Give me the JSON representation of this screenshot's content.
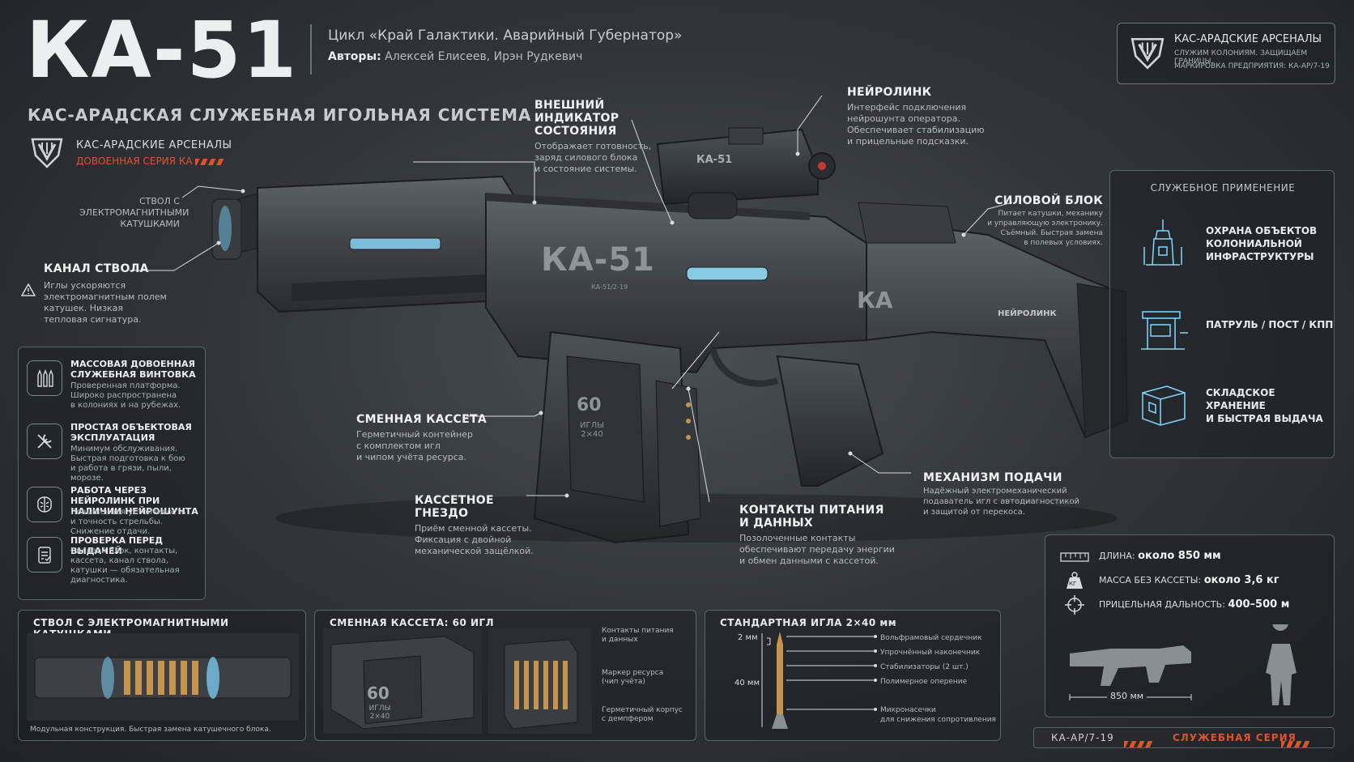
{
  "header": {
    "title": "КА-51",
    "series": "Цикл «Край Галактики. Аварийный Губернатор»",
    "authors_label": "Авторы:",
    "authors": "Алексей Елисеев, Ирэн Рудкевич",
    "subtitle": "КАС-АРАДСКАЯ СЛУЖЕБНАЯ ИГОЛЬНАЯ СИСТЕМА"
  },
  "brand": {
    "name": "КАС-АРАДСКИЕ АРСЕНАЛЫ",
    "series": "ДОВОЕННАЯ СЕРИЯ КА"
  },
  "company_box": {
    "name": "КАС-АРАДСКИЕ АРСЕНАЛЫ",
    "motto": "СЛУЖИМ КОЛОНИЯМ. ЗАЩИЩАЕМ ГРАНИЦЫ.",
    "marking": "МАРКИРОВКА ПРЕДПРИЯТИЯ: КА-АР/7-19"
  },
  "weapon_markings": {
    "main": "КА-51",
    "sub": "КА-51/2-19",
    "stock": "КА",
    "neurolink": "НЕЙРОЛИНК",
    "cassette_count": "60",
    "cassette_text": "ИГЛЫ 2×40",
    "sight": "КА-51"
  },
  "callouts": {
    "barrel_coils": "СТВОЛ С ЭЛЕКТРОМАГНИТНЫМИ КАТУШКАМИ",
    "bore": {
      "title": "КАНАЛ СТВОЛА",
      "text": [
        "Иглы ускоряются",
        "электромагнитным полем",
        "катушек. Низкая",
        "тепловая сигнатура."
      ]
    },
    "indicator": {
      "title": [
        "ВНЕШНИЙ ИНДИКАТОР",
        "СОСТОЯНИЯ"
      ],
      "text": [
        "Отображает готовность,",
        "заряд силового блока",
        "и состояние системы."
      ]
    },
    "neurolink": {
      "title": "НЕЙРОЛИНК",
      "text": [
        "Интерфейс подключения",
        "нейрошунта оператора.",
        "Обеспечивает стабилизацию",
        "и прицельные подсказки."
      ]
    },
    "power": {
      "title": "СИЛОВОЙ БЛОК",
      "text": [
        "Питает катушки, механику",
        "и управляющую электронику.",
        "Съёмный. Быстрая замена",
        "в полевых условиях."
      ]
    },
    "cassette": {
      "title": "СМЕННАЯ КАССЕТА",
      "text": [
        "Герметичный контейнер",
        "с комплектом игл",
        "и чипом учёта ресурса."
      ]
    },
    "socket": {
      "title": "КАССЕТНОЕ ГНЕЗДО",
      "text": [
        "Приём сменной кассеты.",
        "Фиксация с двойной",
        "механической защёлкой."
      ]
    },
    "contacts": {
      "title": [
        "КОНТАКТЫ ПИТАНИЯ",
        "И ДАННЫХ"
      ],
      "text": [
        "Позолоченные контакты",
        "обеспечивают передачу энергии",
        "и обмен данными с кассетой."
      ]
    },
    "feed": {
      "title": "МЕХАНИЗМ ПОДАЧИ",
      "text": [
        "Надёжный электромеханический",
        "подаватель игл с автодиагностикой",
        "и защитой от перекоса."
      ]
    }
  },
  "features": [
    {
      "icon": "ammo-icon",
      "title": "МАССОВАЯ ДОВОЕННАЯ СЛУЖЕБНАЯ ВИНТОВКА",
      "text": [
        "Проверенная платформа.",
        "Широко распространена",
        "в колониях и на рубежах."
      ]
    },
    {
      "icon": "wrench-icon",
      "title": "ПРОСТАЯ ОБЪЕКТОВАЯ ЭКСПЛУАТАЦИЯ",
      "text": [
        "Минимум обслуживания.",
        "Быстрая подготовка к бою",
        "и работа в грязи, пыли, морозе."
      ]
    },
    {
      "icon": "brain-icon",
      "title": "РАБОТА ЧЕРЕЗ НЕЙРОЛИНК ПРИ НАЛИЧИИ НЕЙРОШУНТА",
      "text": [
        "Повышенная устойчивость",
        "и точность стрельбы.",
        "Снижение отдачи."
      ]
    },
    {
      "icon": "checklist-icon",
      "title": "ПРОВЕРКА ПЕРЕД ВЫДАЧЕЙ",
      "text": [
        "Силовой блок, контакты,",
        "кассета, канал ствола,",
        "катушки — обязательная",
        "диагностика."
      ]
    }
  ],
  "service": {
    "title": "СЛУЖЕБНОЕ ПРИМЕНЕНИЕ",
    "items": [
      {
        "icon": "tower-icon",
        "label": [
          "ОХРАНА ОБЪЕКТОВ",
          "КОЛОНИАЛЬНОЙ",
          "ИНФРАСТРУКТУРЫ"
        ]
      },
      {
        "icon": "checkpoint-icon",
        "label": [
          "ПАТРУЛЬ / ПОСТ / КПП"
        ]
      },
      {
        "icon": "crate-icon",
        "label": [
          "СКЛАДСКОЕ ХРАНЕНИЕ",
          "И БЫСТРАЯ ВЫДАЧА"
        ]
      }
    ]
  },
  "specs": {
    "length_label": "ДЛИНА:",
    "length_value": "около 850 мм",
    "mass_label": "МАССА БЕЗ КАССЕТЫ:",
    "mass_value": "около 3,6 кг",
    "range_label": "ПРИЦЕЛЬНАЯ ДАЛЬНОСТЬ:",
    "range_value": "400–500 м",
    "kg_badge": "КГ",
    "dimension": "850 мм"
  },
  "panels": {
    "barrel": {
      "title": "СТВОЛ С ЭЛЕКТРОМАГНИТНЫМИ КАТУШКАМИ",
      "caption": "Модульная конструкция. Быстрая замена катушечного блока."
    },
    "cassette": {
      "title": "СМЕННАЯ КАССЕТА: 60 ИГЛ",
      "count": "60",
      "marking": "ИГЛЫ 2×40",
      "notes": [
        [
          "Контакты питания",
          "и данных"
        ],
        [
          "Маркер ресурса",
          "(чип учёта)"
        ],
        [
          "Герметичный корпус",
          "с демпфером"
        ]
      ]
    },
    "needle": {
      "title": "СТАНДАРТНАЯ ИГЛА 2×40 мм",
      "dim_width": "2 мм",
      "dim_length": "40 мм",
      "notes": [
        "Вольфрамовый сердечник",
        "Упрочнённый наконечник",
        "Стабилизаторы (2 шт.)",
        "Полимерное оперение",
        "Микронасечки",
        "для снижения сопротивления"
      ]
    }
  },
  "footer": {
    "code": "КА-АР/7-19",
    "series": "СЛУЖЕБНАЯ СЕРИЯ"
  },
  "colors": {
    "accent": "#e0532a",
    "glow": "#7fd8ff",
    "gold": "#c8934a"
  }
}
